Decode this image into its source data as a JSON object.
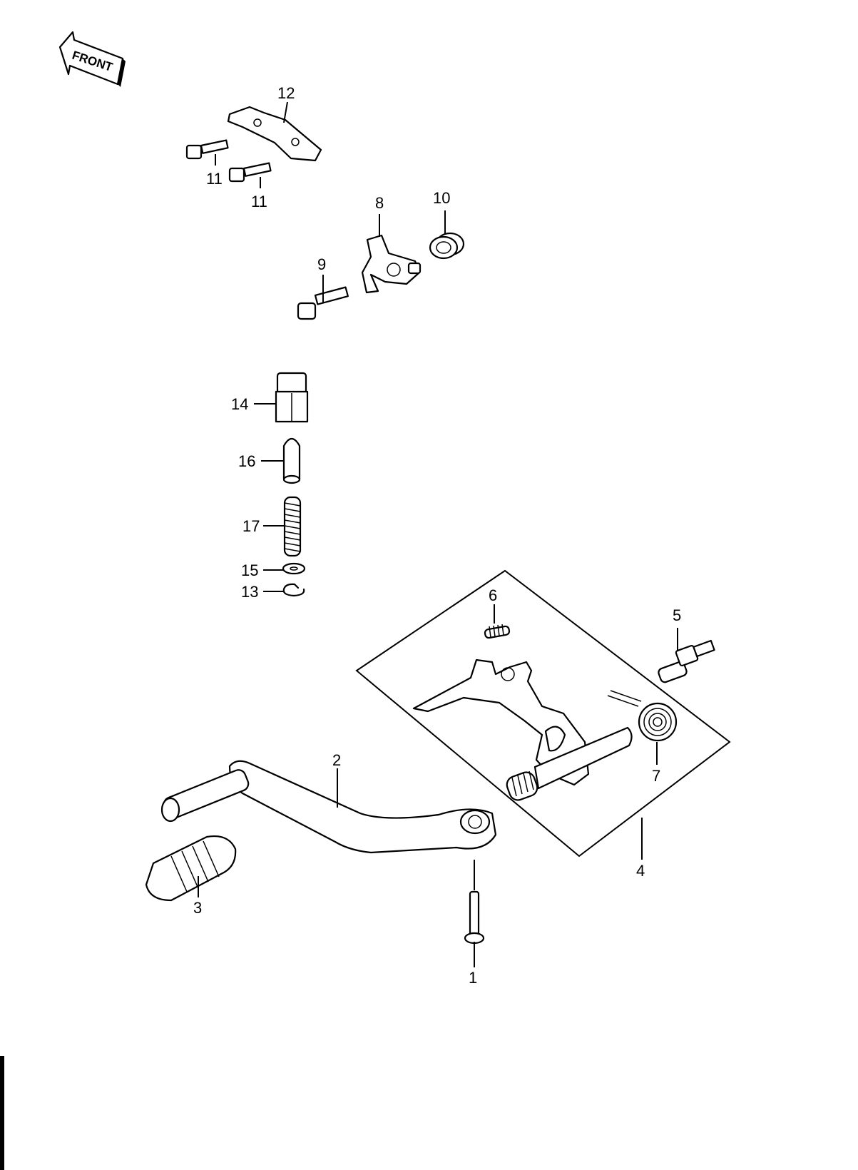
{
  "orientation": {
    "text": "FRONT"
  },
  "callouts": [
    {
      "id": "callout-1",
      "number": "1"
    },
    {
      "id": "callout-2",
      "number": "2"
    },
    {
      "id": "callout-3",
      "number": "3"
    },
    {
      "id": "callout-4",
      "number": "4"
    },
    {
      "id": "callout-5",
      "number": "5"
    },
    {
      "id": "callout-6",
      "number": "6"
    },
    {
      "id": "callout-7",
      "number": "7"
    },
    {
      "id": "callout-8",
      "number": "8"
    },
    {
      "id": "callout-9",
      "number": "9"
    },
    {
      "id": "callout-10",
      "number": "10"
    },
    {
      "id": "callout-11a",
      "number": "11"
    },
    {
      "id": "callout-11b",
      "number": "11"
    },
    {
      "id": "callout-12",
      "number": "12"
    },
    {
      "id": "callout-13",
      "number": "13"
    },
    {
      "id": "callout-14",
      "number": "14"
    },
    {
      "id": "callout-15",
      "number": "15"
    },
    {
      "id": "callout-16",
      "number": "16"
    },
    {
      "id": "callout-17",
      "number": "17"
    }
  ],
  "colors": {
    "ink": "#000000",
    "paper": "#ffffff"
  }
}
